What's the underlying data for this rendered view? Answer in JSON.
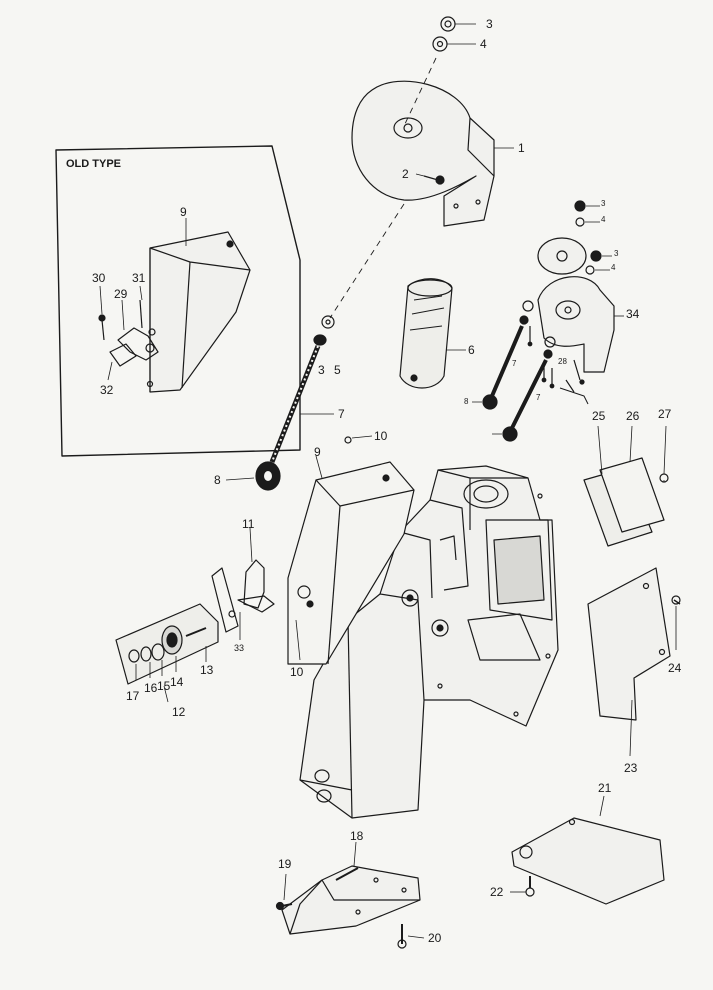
{
  "inset": {
    "title": "OLD TYPE"
  },
  "callouts": {
    "c1": "1",
    "c2": "2",
    "c3a": "3",
    "c3b": "3",
    "c4": "4",
    "c5": "5",
    "c6": "6",
    "c7a": "7",
    "c7b": "7",
    "c7c": "7",
    "c8a": "8",
    "c8b": "8",
    "c9a": "9",
    "c9b": "9",
    "c10a": "10",
    "c10b": "10",
    "c11": "11",
    "c12": "12",
    "c13": "13",
    "c14": "14",
    "c15": "15",
    "c16": "16",
    "c17": "17",
    "c18": "18",
    "c19": "19",
    "c20": "20",
    "c21": "21",
    "c22": "22",
    "c23": "23",
    "c24": "24",
    "c25": "25",
    "c26": "26",
    "c27": "27",
    "c29": "29",
    "c30": "30",
    "c31": "31",
    "c32": "32",
    "c33": "33",
    "c34": "34",
    "s28": "28",
    "s3a": "3",
    "s3b": "3",
    "s4a": "4",
    "s4b": "4"
  },
  "colors": {
    "ink": "#1b1b1b",
    "paper": "#f6f6f3",
    "shade": "#cfcfcb"
  }
}
